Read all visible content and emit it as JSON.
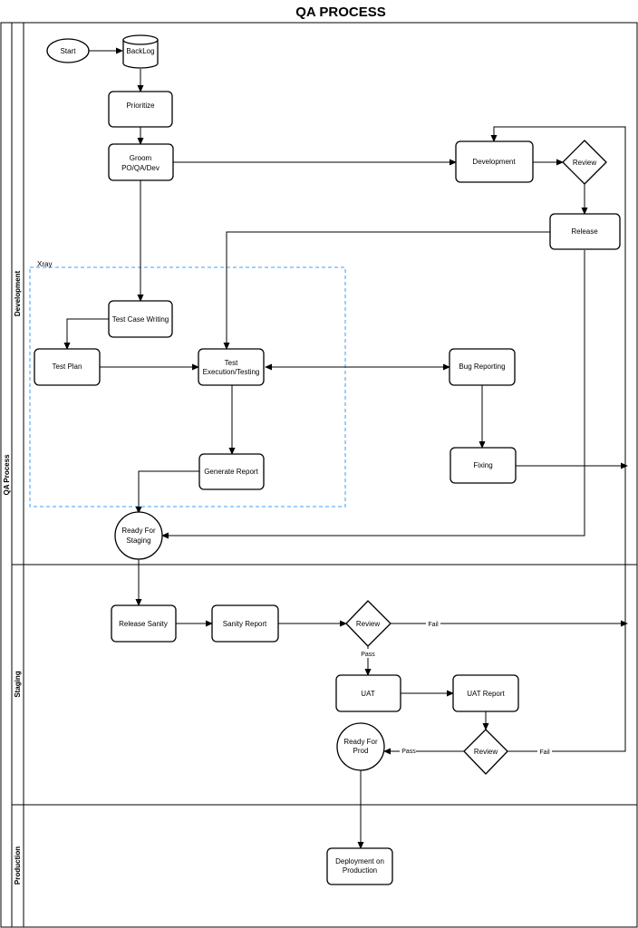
{
  "title": "QA PROCESS",
  "pool_label": "QA Process",
  "lanes": {
    "development": "Development",
    "staging": "Staging",
    "production": "Production"
  },
  "group_label": "Xray",
  "nodes": {
    "start": "Start",
    "backlog": "BackLog",
    "prioritize": "Prioritize",
    "groom_1": "Groom",
    "groom_2": "PO/QA/Dev",
    "development": "Development",
    "review_dev": "Review",
    "release": "Release",
    "test_case_writing": "Test Case Writing",
    "test_plan": "Test Plan",
    "test_exec_1": "Test",
    "test_exec_2": "Execution/Testing",
    "bug_reporting": "Bug Reporting",
    "generate_report": "Generate Report",
    "fixing": "Fixing",
    "ready_staging_1": "Ready For",
    "ready_staging_2": "Staging",
    "release_sanity": "Release Sanity",
    "sanity_report": "Sanity Report",
    "review_staging": "Review",
    "uat": "UAT",
    "uat_report": "UAT Report",
    "review_uat": "Review",
    "ready_prod_1": "Ready For",
    "ready_prod_2": "Prod",
    "deploy_1": "Deployment on",
    "deploy_2": "Production"
  },
  "edge_labels": {
    "fail": "Fail",
    "pass": "Pass"
  },
  "colors": {
    "stroke": "#000000",
    "group_border": "#66b2ff"
  }
}
